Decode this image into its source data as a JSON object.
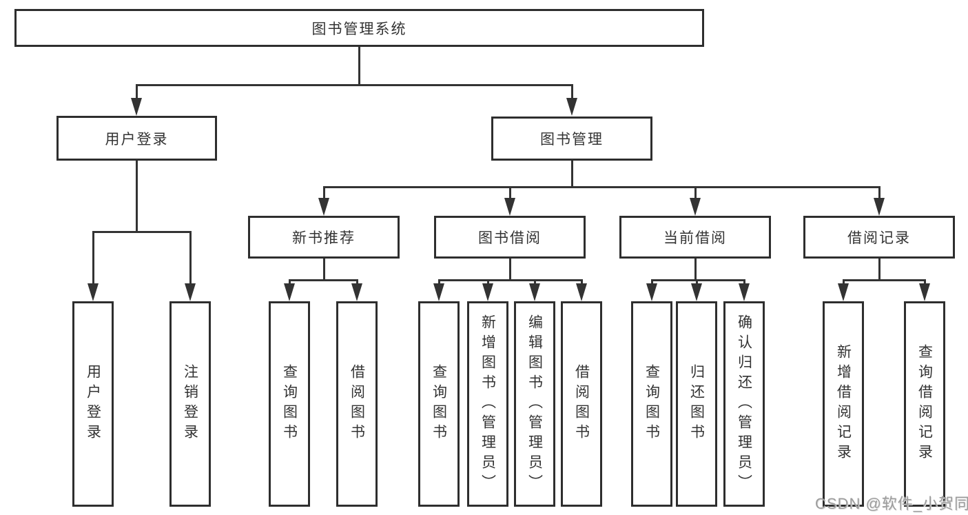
{
  "tree": {
    "root": {
      "label": "图书管理系统",
      "children": [
        {
          "label": "用户登录",
          "children": [
            {
              "label": "用户登录"
            },
            {
              "label": "注销登录"
            }
          ]
        },
        {
          "label": "图书管理",
          "children": [
            {
              "label": "新书推荐",
              "children": [
                {
                  "label": "查询图书"
                },
                {
                  "label": "借阅图书"
                }
              ]
            },
            {
              "label": "图书借阅",
              "children": [
                {
                  "label": "查询图书"
                },
                {
                  "label": "新增图书（管理员）"
                },
                {
                  "label": "编辑图书（管理员）"
                },
                {
                  "label": "借阅图书"
                }
              ]
            },
            {
              "label": "当前借阅",
              "children": [
                {
                  "label": "查询图书"
                },
                {
                  "label": "归还图书"
                },
                {
                  "label": "确认归还（管理员）"
                }
              ]
            },
            {
              "label": "借阅记录",
              "children": [
                {
                  "label": "新增借阅记录"
                },
                {
                  "label": "查询借阅记录"
                }
              ]
            }
          ]
        }
      ]
    }
  },
  "watermark": {
    "text": "CSDN @软件_小贺同学"
  },
  "colors": {
    "background": "#ffffff",
    "box_border": "#2e2e2e",
    "line": "#333333",
    "text": "#333333",
    "watermark": "#9c9c9c"
  }
}
